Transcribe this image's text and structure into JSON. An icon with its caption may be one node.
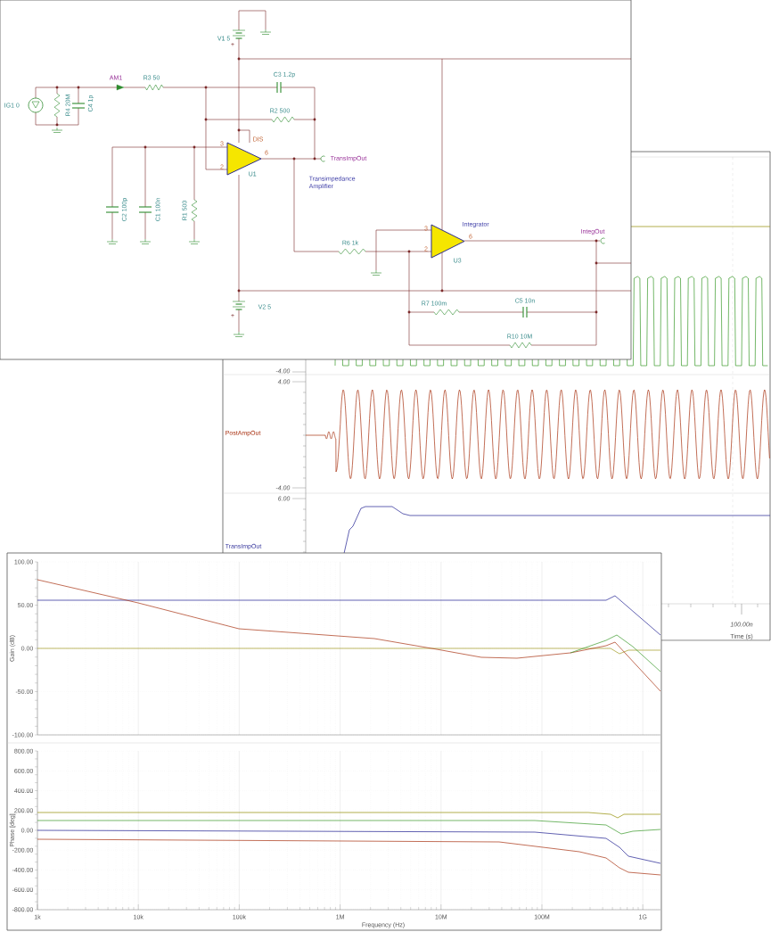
{
  "diagram": {
    "labels": [
      "V1 5",
      "AM1",
      "R3 50",
      "C3 1.2p",
      "IG1 0",
      "R4 20M",
      "C4 1p",
      "R2 500",
      "3",
      "DIS",
      "2",
      "6",
      "TransImpOut",
      "U1",
      "Transimpedance Amplifier",
      "C2 100p",
      "C1 100n",
      "R1 500",
      "Integrator",
      "IntegOut",
      "3",
      "6",
      "2",
      "R6 1k",
      "U3",
      "R7 100m",
      "C5 10n",
      "V2 5",
      "R10 10M",
      "-4.00",
      "4.00",
      "PostAmpOut",
      "-4.00",
      "6.00",
      "TransImpOut",
      "100.00n",
      "Time (s)",
      "100.00",
      "50.00",
      "0.00",
      "-50.00",
      "-100.00",
      "Gain (dB)",
      "800.00",
      "600.00",
      "400.00",
      "200.00",
      "0.00",
      "-200.00",
      "-400.00",
      "-600.00",
      "-800.00",
      "Phase [deg]",
      "1k",
      "10k",
      "100k",
      "1M",
      "10M",
      "100M",
      "1G",
      "Frequency (Hz)",
      "+",
      "+"
    ]
  }
}
